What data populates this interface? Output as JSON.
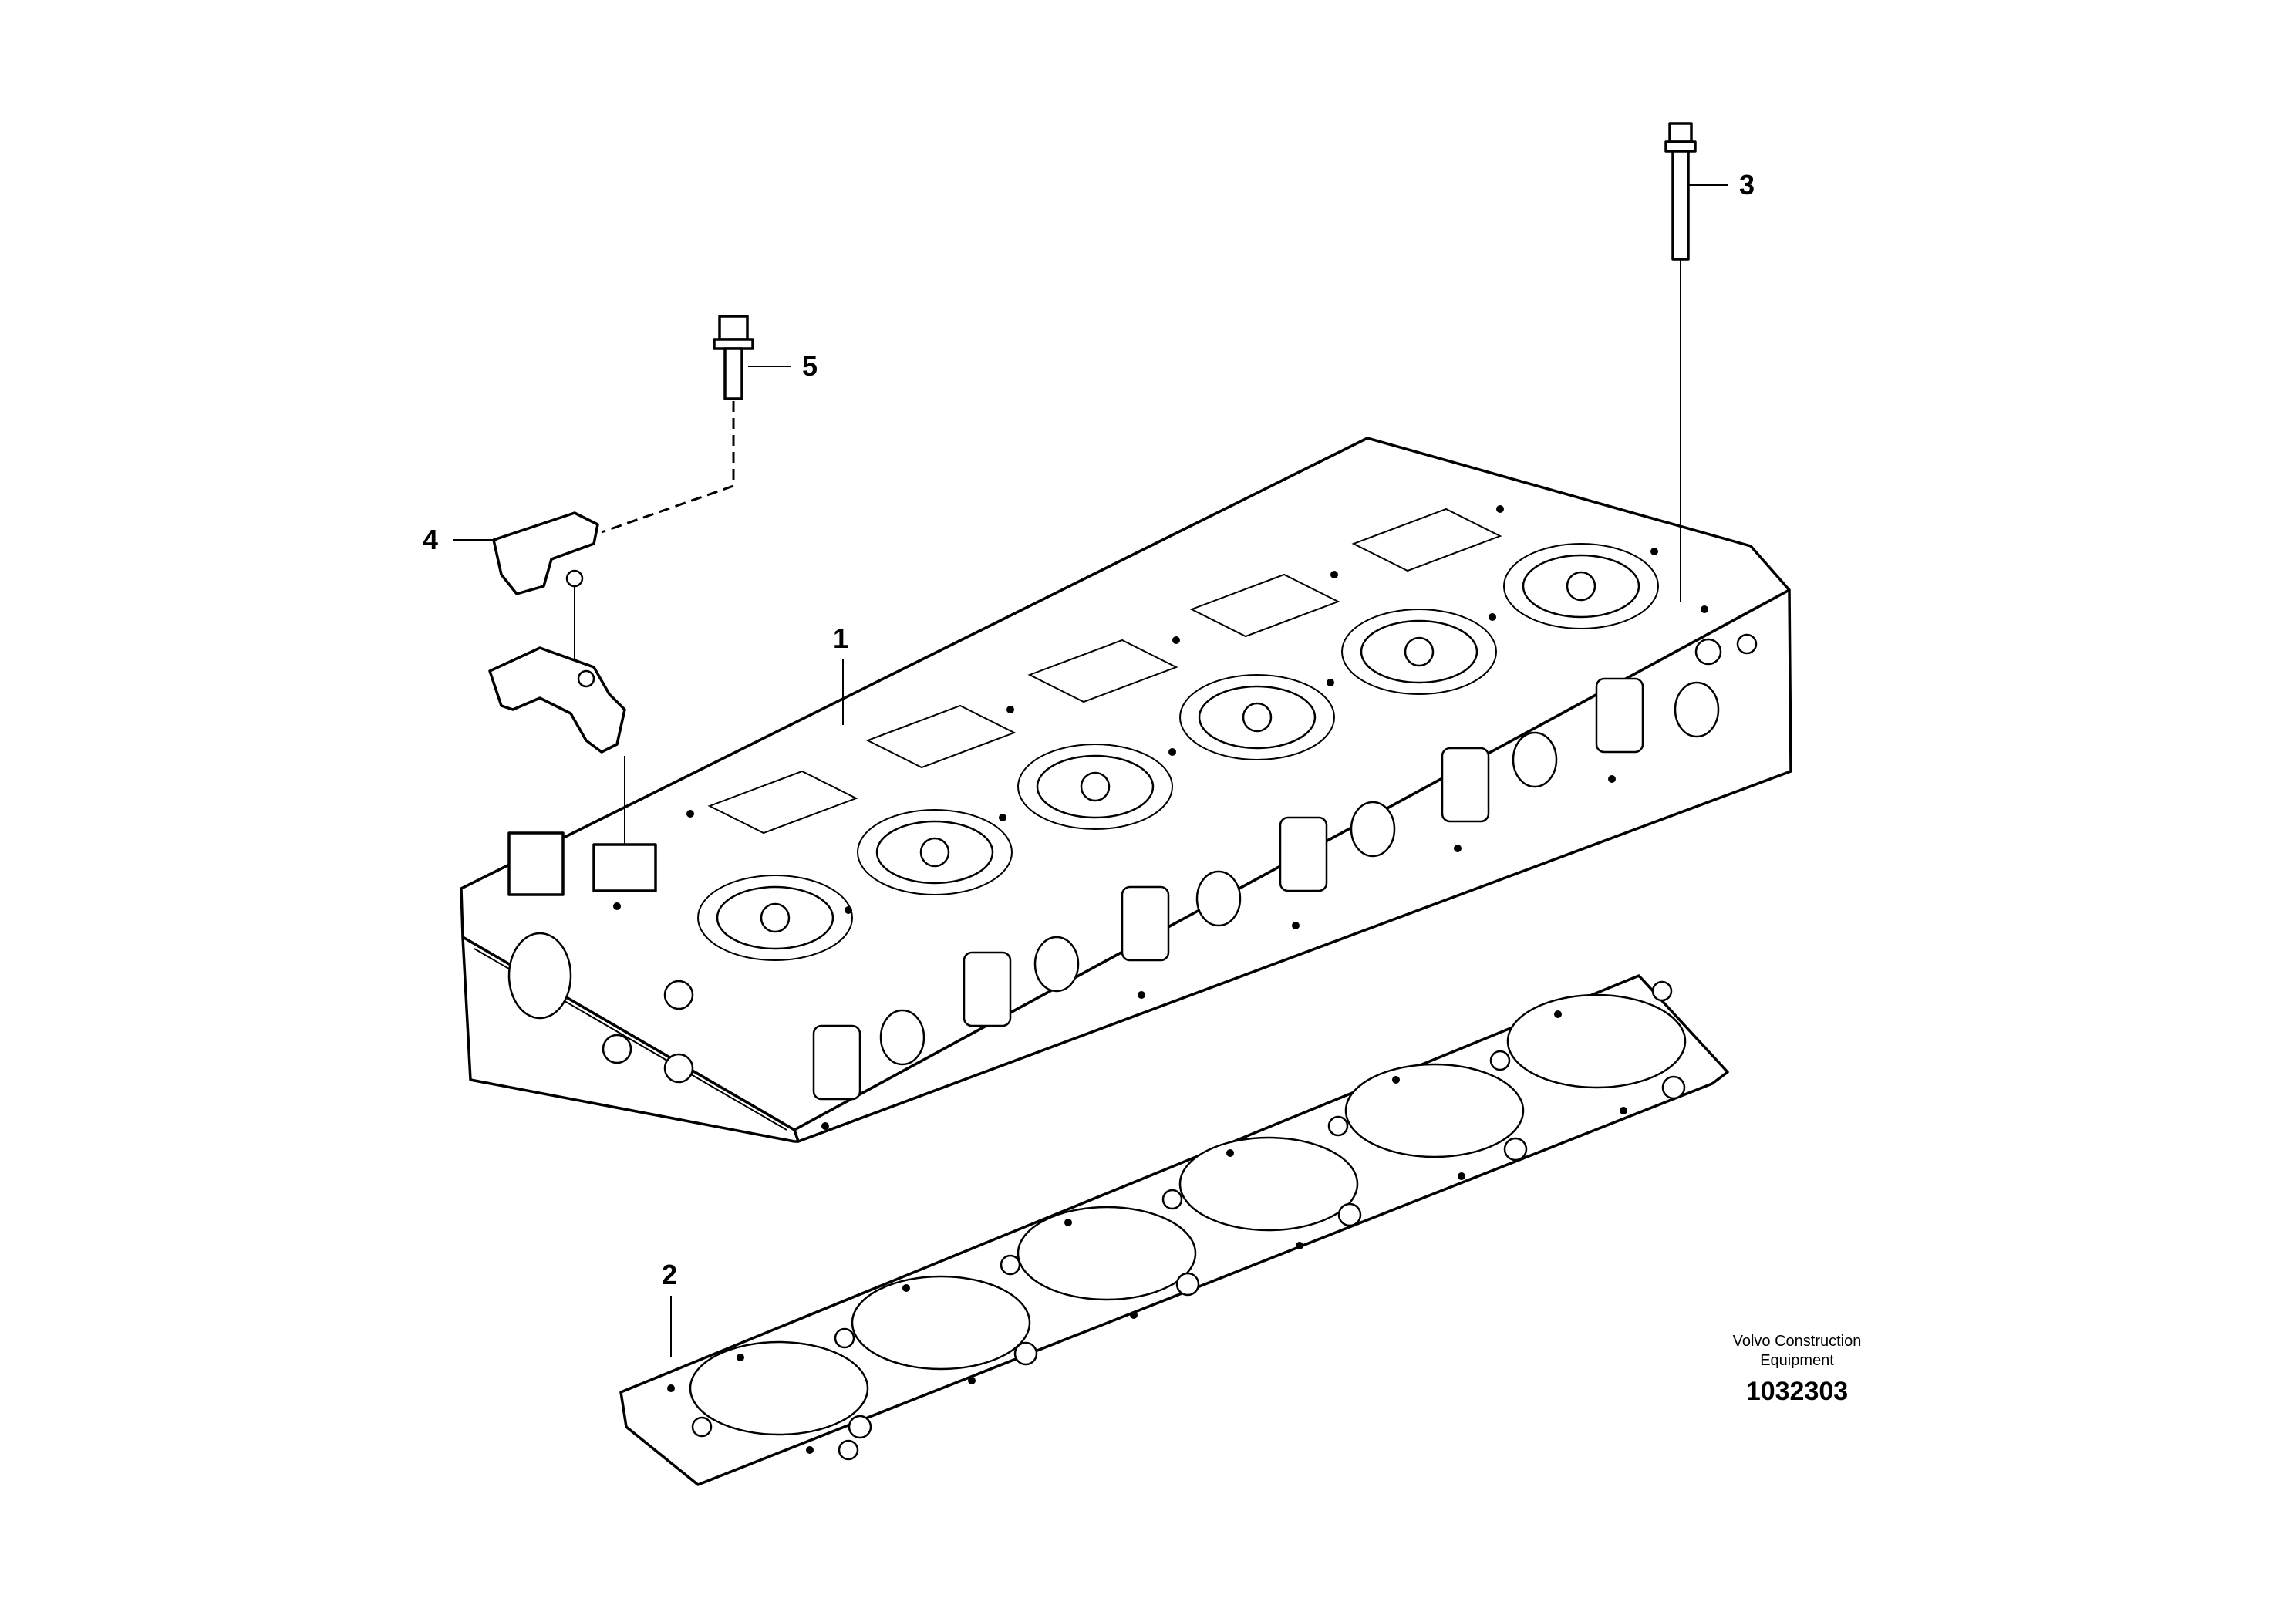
{
  "callouts": [
    {
      "id": "1",
      "label": "1"
    },
    {
      "id": "2",
      "label": "2"
    },
    {
      "id": "3",
      "label": "3"
    },
    {
      "id": "4",
      "label": "4"
    },
    {
      "id": "5",
      "label": "5"
    }
  ],
  "footer": {
    "brand_line1": "Volvo Construction",
    "brand_line2": "Equipment",
    "drawing_number": "1032303"
  }
}
